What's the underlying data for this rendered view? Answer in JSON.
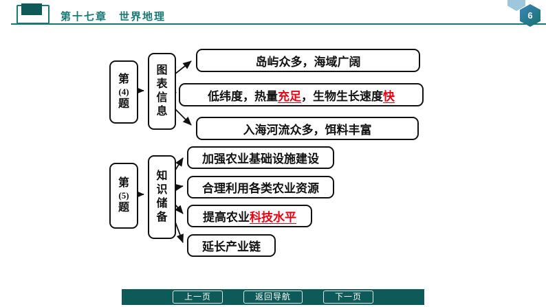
{
  "header": {
    "chapter_title": "第十七章　世界地理",
    "page_number": "6"
  },
  "colors": {
    "accent_teal": "#177973",
    "footer_bg": "#0e5a58",
    "highlight_red": "#e60012",
    "badge_gradient": [
      "#3d85b8",
      "#17726e"
    ]
  },
  "diagram": {
    "group4": {
      "source_lines": [
        "第",
        "(4)",
        "题"
      ],
      "mid_chars": [
        "图",
        "表",
        "信",
        "息"
      ],
      "box1": {
        "t1": "岛屿众多，海域广阔"
      },
      "box2": {
        "t1": "低纬度，热量",
        "r1": "充足",
        "t2": "，生物生长速度",
        "r2": "快"
      },
      "box3": {
        "t1": "入海河流众多，饵料丰富"
      }
    },
    "group5": {
      "source_lines": [
        "第",
        "(5)",
        "题"
      ],
      "mid_chars": [
        "知",
        "识",
        "储",
        "备"
      ],
      "box1": {
        "t1": "加强农业基础设施建设"
      },
      "box2": {
        "t1": "合理利用各类农业资源"
      },
      "box3": {
        "t1": "提高农业",
        "r1": "科技水平"
      },
      "box4": {
        "t1": "延长产业链"
      }
    }
  },
  "footer": {
    "prev_label": "上一页",
    "nav_label": "返回导航",
    "next_label": "下一页"
  }
}
